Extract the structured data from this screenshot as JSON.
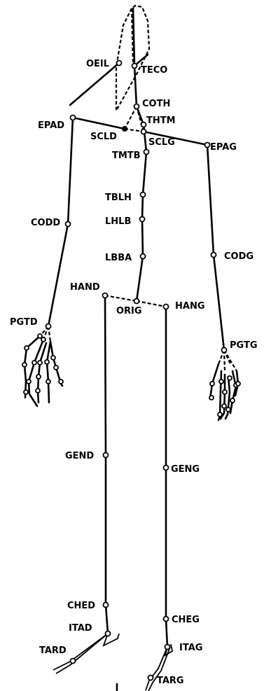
{
  "diagram": {
    "line_color": "#000000",
    "background": "#ffffff",
    "labels": {
      "oeil": "OEIL",
      "teco": "TECO",
      "coth": "COTH",
      "thtm": "THTM",
      "epad": "EPAD",
      "scld": "SCLD",
      "sclg": "SCLG",
      "epag": "EPAG",
      "tmtb": "TMTB",
      "tblh": "TBLH",
      "lhlb": "LHLB",
      "codd": "CODD",
      "lbba": "LBBA",
      "codg": "CODG",
      "hand": "HAND",
      "orig": "ORIG",
      "hang": "HANG",
      "pgtd": "PGTD",
      "pgtg": "PGTG",
      "gend": "GEND",
      "geng": "GENG",
      "ched": "CHED",
      "cheg": "CHEG",
      "itad": "ITAD",
      "itag": "ITAG",
      "tard": "TARD",
      "targ": "TARG"
    },
    "bottom_mark": "I"
  }
}
